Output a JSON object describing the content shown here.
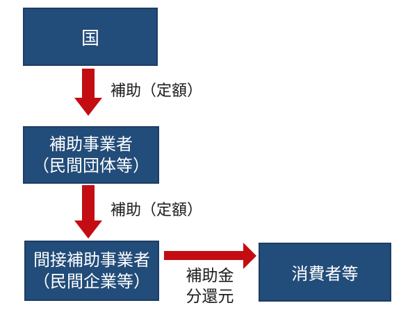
{
  "colors": {
    "background": "#ffffff",
    "box_fill": "#224C79",
    "box_border": "#1C3C64",
    "box_text": "#ffffff",
    "arrow_red": "#C30D13",
    "label_text": "#1B1B1B"
  },
  "diagram": {
    "type": "flowchart",
    "nodes": [
      {
        "name": "national-government",
        "lines": [
          "国"
        ]
      },
      {
        "name": "subsidy-operator",
        "lines": [
          "補助事業者",
          "（民間団体等）"
        ]
      },
      {
        "name": "indirect-subsidy-operator",
        "lines": [
          "間接補助事業者",
          "（民間企業等）"
        ]
      },
      {
        "name": "consumers",
        "lines": [
          "消費者等"
        ]
      }
    ],
    "labels": {
      "subsidy_fixed_1": "補助（定額）",
      "subsidy_fixed_2": "補助（定額）",
      "refund_line1": "補助金",
      "refund_line2": "分還元"
    }
  }
}
